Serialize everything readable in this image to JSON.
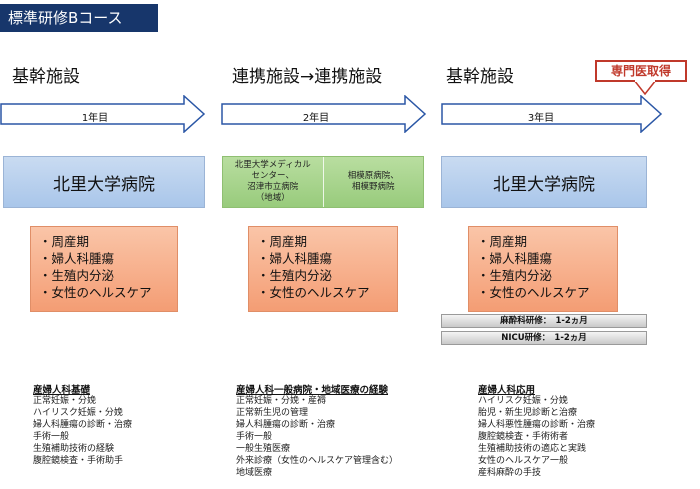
{
  "title": "標準研修Bコース",
  "badge": "専門医取得",
  "columns": [
    {
      "header": "基幹施設",
      "year": "1年目",
      "hospital": "北里大学病院",
      "topics": [
        "・周産期",
        "・婦人科腫瘍",
        "・生殖内分泌",
        "・女性のヘルスケア"
      ],
      "list_title": "産婦人科基礎",
      "list": [
        "正常妊娠・分娩",
        "ハイリスク妊娠・分娩",
        "婦人科腫瘍の診断・治療",
        "手術一般",
        "生殖補助技術の経験",
        "腹腔鏡検査・手術助手"
      ]
    },
    {
      "header": "連携施設→連携施設",
      "year": "2年目",
      "hospital_left": "北里大学メディカル\nセンター、\n沼津市立病院\n（地域）",
      "hospital_right": "相模原病院、\n相模野病院",
      "topics": [
        "・周産期",
        "・婦人科腫瘍",
        "・生殖内分泌",
        "・女性のヘルスケア"
      ],
      "list_title": "産婦人科一般病院・地域医療の経験",
      "list": [
        "正常妊娠・分娩・産褥",
        "正常新生児の管理",
        "婦人科腫瘍の診断・治療",
        "手術一般",
        "一般生殖医療",
        "外来診療（女性のヘルスケア管理含む）",
        "地域医療"
      ]
    },
    {
      "header": "基幹施設",
      "year": "3年目",
      "hospital": "北里大学病院",
      "topics": [
        "・周産期",
        "・婦人科腫瘍",
        "・生殖内分泌",
        "・女性のヘルスケア"
      ],
      "bar1": "麻酔科研修：　1-2ヵ月",
      "bar2": "NICU研修：　1-2ヵ月",
      "list_title": "産婦人科応用",
      "list": [
        "ハイリスク妊娠・分娩",
        "胎児・新生児診断と治療",
        "婦人科悪性腫瘍の診断・治療",
        "腹腔鏡検査・手術術者",
        "生殖補助技術の適応と実践",
        "女性のヘルスケア一般",
        "産科麻酔の手技"
      ]
    }
  ],
  "colors": {
    "title_bg": "#17366b",
    "arrow": "#2b57a6",
    "hospital_blue": "#a9c6ea",
    "hospital_green": "#98cb7c",
    "topics_orange": "#f49d74",
    "badge_red": "#c0392b"
  }
}
